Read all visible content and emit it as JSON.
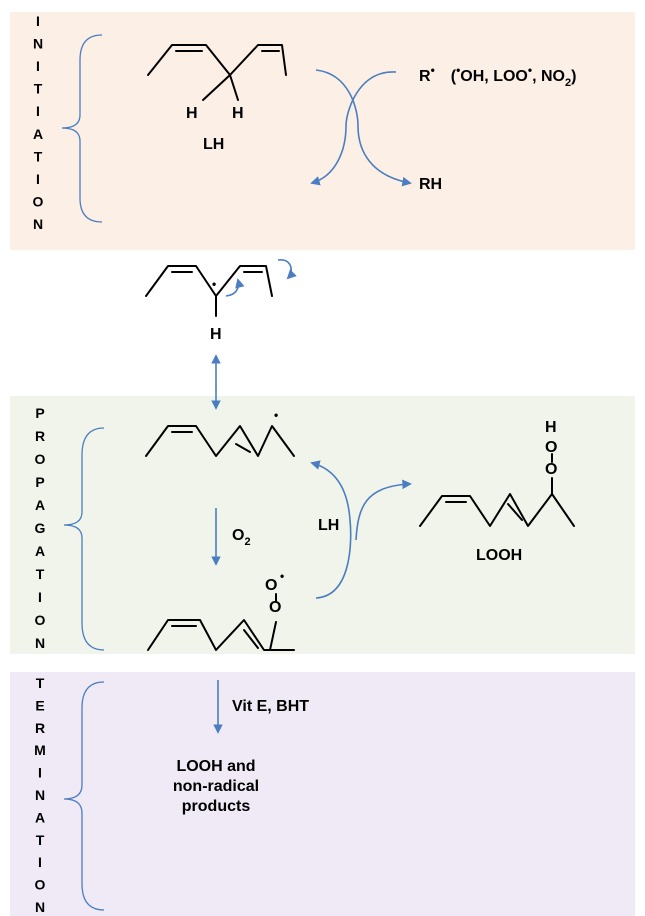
{
  "stages": {
    "initiation": {
      "letters": [
        "I",
        "N",
        "I",
        "T",
        "I",
        "A",
        "T",
        "I",
        "O",
        "N"
      ]
    },
    "propagation": {
      "letters": [
        "P",
        "R",
        "O",
        "P",
        "A",
        "G",
        "A",
        "T",
        "I",
        "O",
        "N"
      ]
    },
    "termination": {
      "letters": [
        "T",
        "E",
        "R",
        "M",
        "I",
        "N",
        "A",
        "T",
        "I",
        "O",
        "N"
      ]
    }
  },
  "initiation": {
    "h_left": "H",
    "h_right": "H",
    "substrate": "LH",
    "radical": "R",
    "radical_examples": "(",
    "ex_oh": "OH, LOO",
    "ex_no": ", NO",
    "ex_no_sub": "2",
    "ex_close": ")",
    "dot": "•",
    "product": "RH"
  },
  "radical_intermediate": {
    "h": "H",
    "dot": "•"
  },
  "propagation": {
    "dot": "•",
    "oxygen_label": "O",
    "oxygen_sub": "2",
    "peroxyl_o1": "O",
    "peroxyl_o2": "O",
    "peroxyl_dot": "•",
    "donor": "LH",
    "hydroperoxide_h": "H",
    "hydroperoxide_o1": "O",
    "hydroperoxide_o2": "O",
    "product": "LOOH"
  },
  "termination": {
    "agents": "Vit  E, BHT",
    "products_line1": "LOOH and",
    "products_line2": "non-radical",
    "products_line3": "products"
  },
  "colors": {
    "initiation_bg": "#fcefe6",
    "propagation_bg": "#f1f4eb",
    "termination_bg": "#f0eaf6",
    "arrow": "#4a7ec0"
  }
}
